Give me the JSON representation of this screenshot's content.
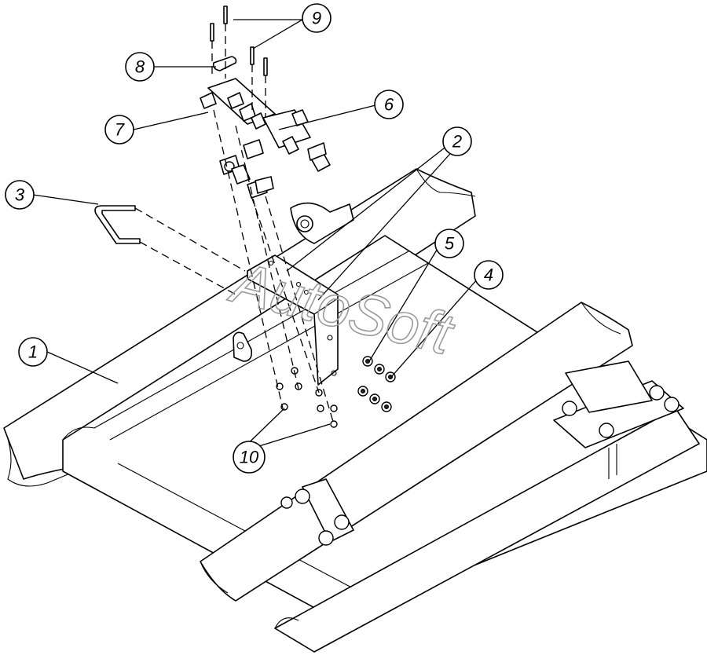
{
  "watermark": "AutoSoft",
  "callouts": [
    "1",
    "2",
    "3",
    "4",
    "5",
    "6",
    "7",
    "8",
    "9",
    "10"
  ],
  "colors": {
    "line": "#000000",
    "background": "#ffffff",
    "watermark": "#9a9a9a"
  }
}
